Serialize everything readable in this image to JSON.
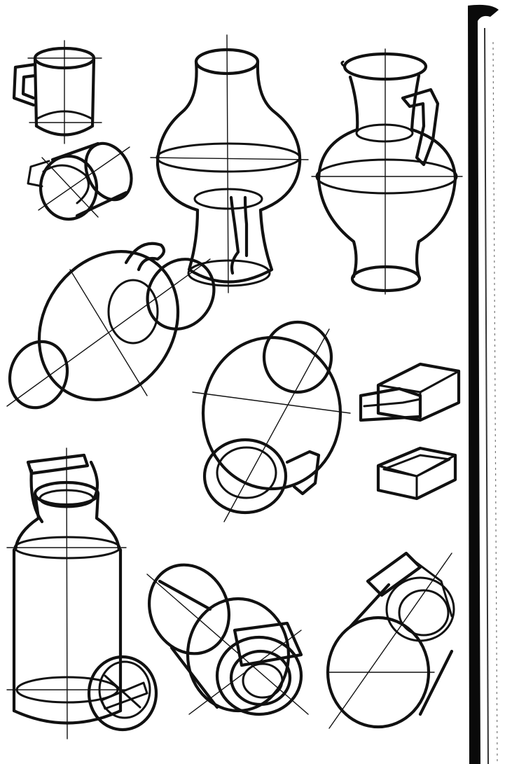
{
  "page": {
    "background": "#ffffff",
    "ink_color": "#111111",
    "binding_edge_color": "#000000"
  },
  "drawings": [
    {
      "name": "mug-upright"
    },
    {
      "name": "mug-tilted"
    },
    {
      "name": "glass-vase"
    },
    {
      "name": "pitcher-upright"
    },
    {
      "name": "pitcher-lying"
    },
    {
      "name": "pitcher-from-above"
    },
    {
      "name": "matchbox-open"
    },
    {
      "name": "matchbox-tray"
    },
    {
      "name": "milk-can-upright"
    },
    {
      "name": "milk-can-lid"
    },
    {
      "name": "milk-can-lying"
    },
    {
      "name": "milk-can-tilted"
    }
  ]
}
